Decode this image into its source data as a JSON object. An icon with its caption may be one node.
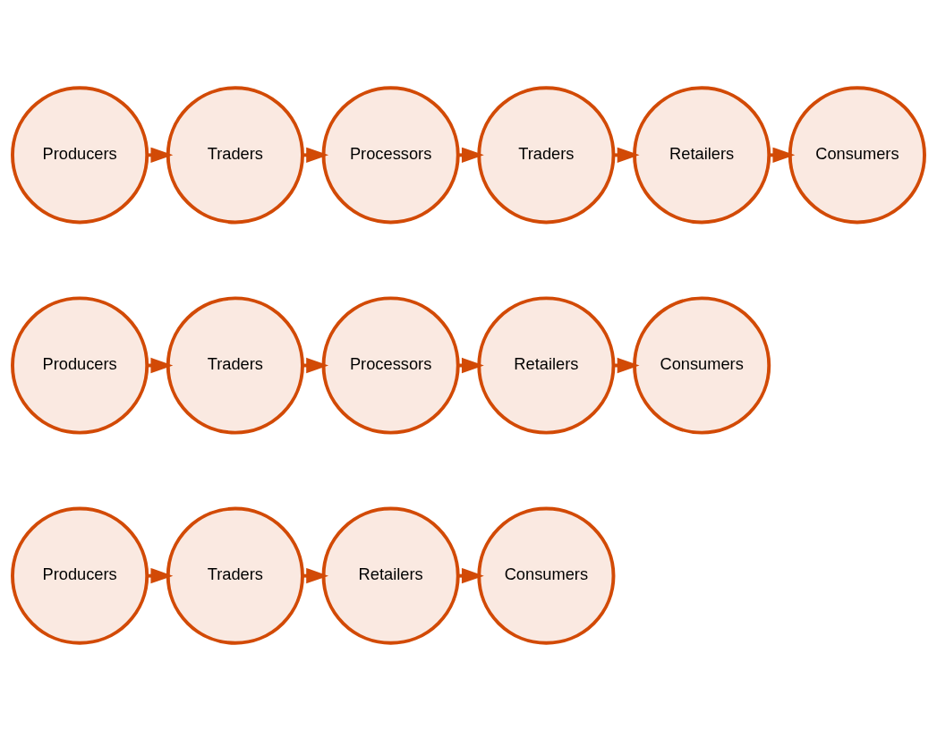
{
  "diagram": {
    "nodes": [
      {
        "text": [
          "Producers"
        ]
      },
      {
        "text": [
          "Traders"
        ]
      },
      {
        "text": [
          "Retailers"
        ]
      },
      {
        "text": [
          "Consumers"
        ]
      },
      {
        "text": [
          "Producers"
        ]
      },
      {
        "text": [
          "Traders"
        ]
      },
      {
        "text": [
          "Processors"
        ]
      },
      {
        "text": [
          "Retailers"
        ]
      },
      {
        "text": [
          "Consumers"
        ]
      },
      {
        "text": [
          "Producers"
        ]
      },
      {
        "text": [
          "Traders"
        ]
      },
      {
        "text": [
          "Processors"
        ]
      },
      {
        "text": [
          "Traders"
        ]
      },
      {
        "text": [
          "Retailers"
        ]
      },
      {
        "text": [
          "Consumers"
        ]
      }
    ],
    "edges": [
      {
        "from": 0,
        "to": 1,
        "arrow": "to"
      },
      {
        "from": 1,
        "to": 2,
        "arrow": "to"
      },
      {
        "from": 2,
        "to": 3,
        "arrow": "to"
      },
      {
        "from": 4,
        "to": 5,
        "arrow": "to"
      },
      {
        "from": 5,
        "to": 6,
        "arrow": "to"
      },
      {
        "from": 6,
        "to": 7,
        "arrow": "to"
      },
      {
        "from": 7,
        "to": 8,
        "arrow": "to"
      },
      {
        "from": 9,
        "to": 10,
        "arrow": "to"
      },
      {
        "from": 10,
        "to": 11,
        "arrow": "to"
      },
      {
        "from": 11,
        "to": 12,
        "arrow": "to"
      },
      {
        "from": 12,
        "to": 13,
        "arrow": "to"
      },
      {
        "from": 13,
        "to": 14,
        "arrow": "to"
      }
    ]
  }
}
